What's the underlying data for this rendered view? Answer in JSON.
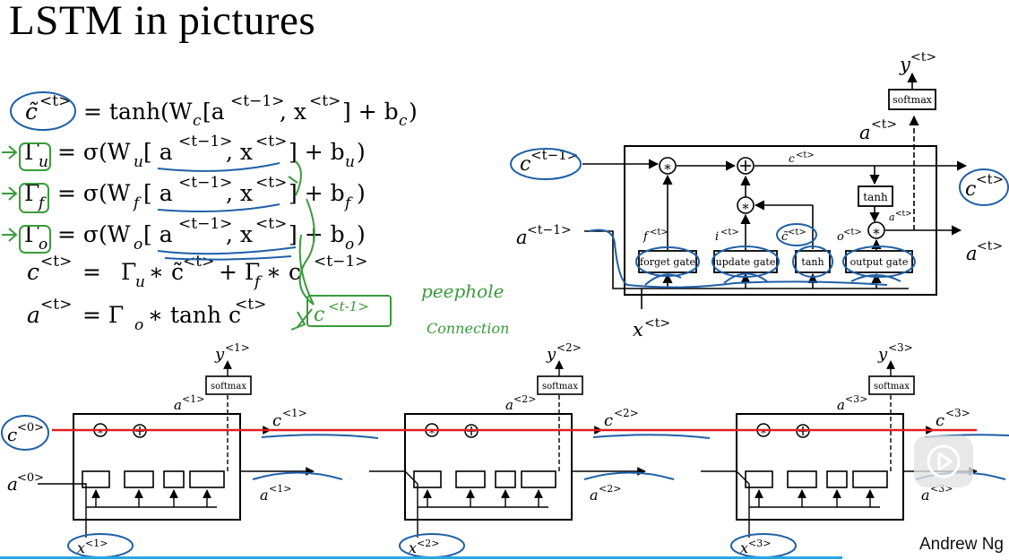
{
  "title": "LSTM in pictures",
  "author": "Andrew Ng",
  "equations": {
    "c_tilde": {
      "lhs": "c̃",
      "lhs_sup": "<t>",
      "rhs": "= tanh(W",
      "rhs_sub": "c",
      "rhs_mid": "[a",
      "a_sup": "<t−1>",
      "comma_x": ", x",
      "x_sup": "<t>",
      "tail": "] + b",
      "tail_sub": "c",
      "close": ")"
    },
    "update": {
      "lhs": "Γ",
      "lhs_sub": "u",
      "rhs": "= σ(W",
      "rhs_sub": "u",
      "rhs_mid": "[ a",
      "a_sup": "<t−1>",
      "comma_x": ", x",
      "x_sup": "<t>",
      "tail": "] + b",
      "tail_sub": "u",
      "close": ")"
    },
    "forget": {
      "lhs": "Γ",
      "lhs_sub": "f",
      "rhs": "= σ(W",
      "rhs_sub": "f",
      "rhs_mid": "[ a",
      "a_sup": "<t−1>",
      "comma_x": ", x",
      "x_sup": "<t>",
      "tail": "] + b",
      "tail_sub": "f",
      "close": ")"
    },
    "output": {
      "lhs": "Γ",
      "lhs_sub": "o",
      "rhs": "= σ(W",
      "rhs_sub": "o",
      "rhs_mid": "[ a",
      "a_sup": "<t−1>",
      "comma_x": ", x",
      "x_sup": "<t>",
      "tail": "] + b",
      "tail_sub": "o",
      "close": ")"
    },
    "cell": {
      "lhs": "c",
      "lhs_sup": "<t>",
      "eq": "=",
      "g1": "Γ",
      "g1_sub": "u",
      "t1": "∗ c̃",
      "t1_sup": "<t>",
      "plus": "+ Γ",
      "g2_sub": "f",
      "t2": "∗ c",
      "t2_sup": "<t−1>"
    },
    "activation": {
      "lhs": "a",
      "lhs_sup": "<t>",
      "eq": "= Γ",
      "g_sub": "o",
      "t": "∗ tanh c",
      "t_sup": "<t>"
    }
  },
  "handwritten": {
    "peephole_1": "peephole",
    "peephole_2": "Connection",
    "c_prev_note": "c",
    "c_prev_note_sup": "<t-1>"
  },
  "cell_diagram": {
    "c_prev": "c",
    "c_prev_sup": "<t−1>",
    "a_prev": "a",
    "a_prev_sup": "<t−1>",
    "c_out": "c",
    "c_out_sup": "<t>",
    "a_out": "a",
    "a_out_sup": "<t>",
    "a_top": "a",
    "a_top_sup": "<t>",
    "y": "y",
    "y_sup": "<t>",
    "x": "x",
    "x_sup": "<t>",
    "c_inner": "c",
    "c_inner_sup": "<t>",
    "a_inner": "a",
    "a_inner_sup": "<t>",
    "softmax": "softmax",
    "tanh_box": "tanh",
    "gates": [
      "forget gate",
      "update gate",
      "tanh",
      "output gate"
    ],
    "f": "f",
    "f_sup": "<t>",
    "i": "i",
    "i_sup": "<t>",
    "ct": "c̃",
    "ct_sup": "<t>",
    "o": "o",
    "o_sup": "<t>",
    "mul": "∗",
    "add": "+"
  },
  "chain": {
    "c0": "c",
    "c0_sup": "<0>",
    "a0": "a",
    "a0_sup": "<0>",
    "softmax": "softmax",
    "cells": [
      {
        "idx": "<1>",
        "y": "y",
        "a_top": "a",
        "c": "c",
        "x": "x",
        "a": "a"
      },
      {
        "idx": "<2>",
        "y": "y",
        "a_top": "a",
        "c": "c",
        "x": "x",
        "a": "a"
      },
      {
        "idx": "<3>",
        "y": "y",
        "a_top": "a",
        "c": "c",
        "x": "x",
        "a": "a"
      }
    ]
  },
  "colors": {
    "annotation_blue": "#1f5fa8",
    "annotation_green": "#3a9b3a",
    "red_line": "#e0201f",
    "rule": "#2aa7e0"
  }
}
